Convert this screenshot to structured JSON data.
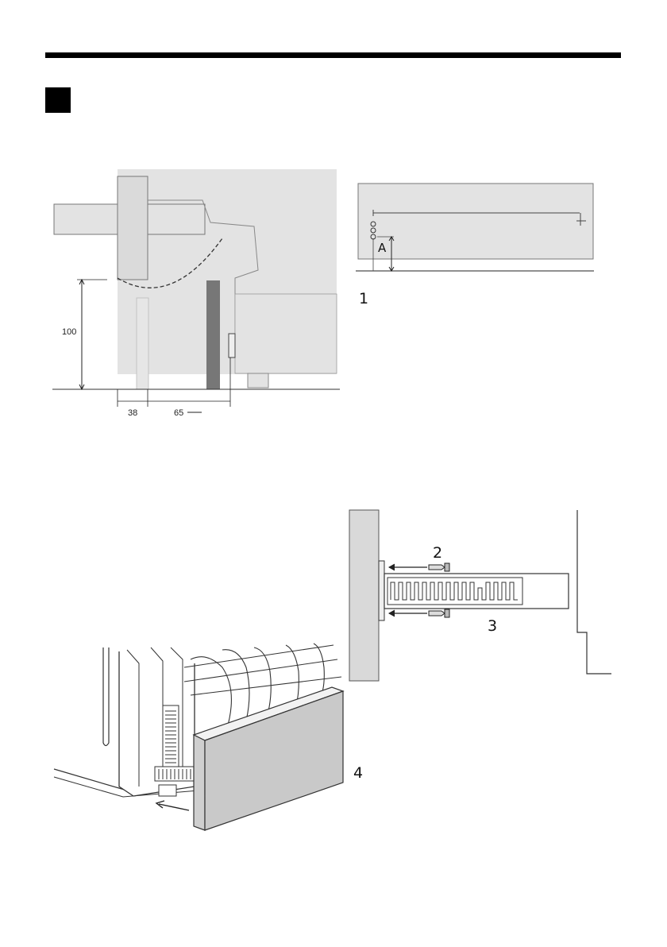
{
  "figure_top": {
    "dimensions": {
      "height_mm": "100",
      "gap_mm": "38",
      "depth_mm": "65"
    }
  },
  "figure_plinth": {
    "distance_label": "A",
    "step": "1"
  },
  "figure_screws": {
    "step_top": "2",
    "step_bottom": "3"
  },
  "figure_fit": {
    "step": "4"
  }
}
